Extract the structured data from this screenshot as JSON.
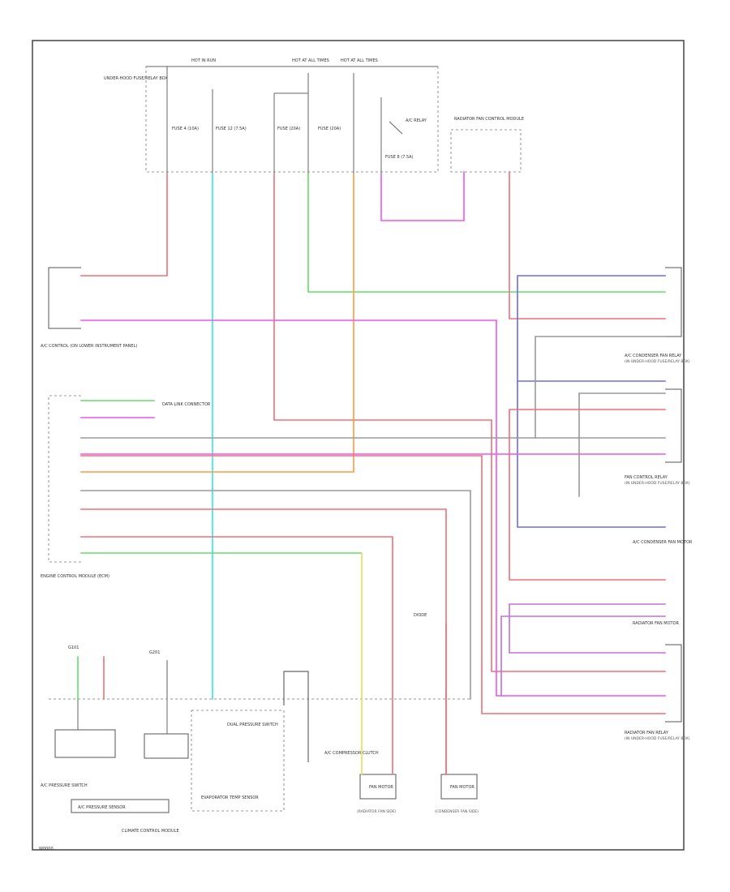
{
  "colors": {
    "red": "#f07078",
    "cyan": "#2ee8ee",
    "green": "#66dd66",
    "orange": "#ff9a40",
    "magenta": "#ee55ee",
    "blue": "#6a6af0",
    "purple": "#c070e0",
    "yellow": "#e0e060",
    "gray": "#9a9a9a",
    "frame": "#444444"
  },
  "labels": {
    "top_bus_1": "HOT IN RUN",
    "top_bus_2": "HOT AT ALL TIMES",
    "top_bus_3": "HOT AT ALL TIMES",
    "fuse_block": "UNDER-HOOD FUSE/RELAY BOX",
    "fuse_a": "FUSE 4 (10A)",
    "fuse_b": "FUSE 12 (7.5A)",
    "fuse_c": "FUSE (20A)",
    "fuse_d": "FUSE (20A)",
    "relay_main": "A/C RELAY",
    "relay_fuse": "FUSE 8 (7.5A)",
    "radiator_fan": "RADIATOR FAN CONTROL MODULE",
    "ac_lower_unit": "A/C CONTROL (ON LOWER INSTRUMENT PANEL)",
    "fan_relay_1": "A/C CONDENSER FAN RELAY",
    "fan_relay_1_loc": "(IN UNDER-HOOD FUSE/RELAY BOX)",
    "fan_relay_2": "FAN CONTROL RELAY",
    "fan_relay_2_loc": "(IN UNDER-HOOD FUSE/RELAY BOX)",
    "cond_fan_motor": "A/C CONDENSER FAN MOTOR",
    "rad_fan_motor": "RADIATOR FAN MOTOR",
    "rad_fan_relay": "RADIATOR FAN RELAY",
    "rad_fan_relay_loc": "(IN UNDER-HOOD FUSE/RELAY BOX)",
    "pcm": "ENGINE CONTROL MODULE (ECM)",
    "data_link": "DATA LINK CONNECTOR",
    "ground_1": "G101",
    "ground_2": "G201",
    "climate_module": "CLIMATE CONTROL MODULE",
    "climate_sub": "A/C PRESSURE SENSOR",
    "pressure_switch": "A/C PRESSURE SWITCH",
    "evap_sensor": "EVAPORATOR TEMP SENSOR",
    "dual_pressure": "DUAL PRESSURE SWITCH",
    "ac_comp_clutch": "A/C COMPRESSOR CLUTCH",
    "fan_motor_a": "FAN MOTOR",
    "fan_motor_b": "FAN MOTOR",
    "fan_motor_a_loc": "(RADIATOR FAN SIDE)",
    "fan_motor_b_loc": "(CONDENSER FAN SIDE)",
    "diode": "DIODE",
    "figure_id": "W0000"
  }
}
